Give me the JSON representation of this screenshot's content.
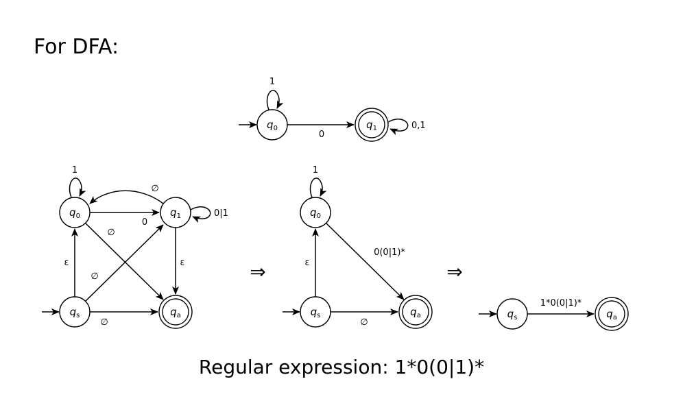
{
  "heading": "For DFA:",
  "caption": "Regular expression:  1*0(0|1)*",
  "transform_symbol": "⇒",
  "states": {
    "q0": {
      "base": "q",
      "sub": "0"
    },
    "q1": {
      "base": "q",
      "sub": "1"
    },
    "qs": {
      "base": "q",
      "sub": "s"
    },
    "qa": {
      "base": "q",
      "sub": "a"
    }
  },
  "diagrams": [
    {
      "name": "original-dfa",
      "states": [
        "q0",
        "q1"
      ],
      "start": "q0",
      "accepting": [
        "q1"
      ],
      "transitions": [
        {
          "from": "q0",
          "to": "q0",
          "label": "1"
        },
        {
          "from": "q0",
          "to": "q1",
          "label": "0"
        },
        {
          "from": "q1",
          "to": "q1",
          "label": "0,1"
        }
      ]
    },
    {
      "name": "gnfa",
      "states": [
        "q0",
        "q1",
        "qs",
        "qa"
      ],
      "start": "qs",
      "accepting": [
        "qa"
      ],
      "transitions": [
        {
          "from": "q0",
          "to": "q0",
          "label": "1"
        },
        {
          "from": "q1",
          "to": "q0",
          "label": "∅"
        },
        {
          "from": "q0",
          "to": "q1",
          "label": "0"
        },
        {
          "from": "q1",
          "to": "q1",
          "label": "0|1"
        },
        {
          "from": "q0",
          "to": "qa",
          "label": "∅"
        },
        {
          "from": "qs",
          "to": "q0",
          "label": "ε"
        },
        {
          "from": "q1",
          "to": "qa",
          "label": "ε"
        },
        {
          "from": "qs",
          "to": "q1",
          "label": "∅"
        },
        {
          "from": "qs",
          "to": "qa",
          "label": "∅"
        }
      ]
    },
    {
      "name": "q1-eliminated",
      "states": [
        "q0",
        "qs",
        "qa"
      ],
      "start": "qs",
      "accepting": [
        "qa"
      ],
      "transitions": [
        {
          "from": "q0",
          "to": "q0",
          "label": "1"
        },
        {
          "from": "q0",
          "to": "qa",
          "label": "0(0|1)*"
        },
        {
          "from": "qs",
          "to": "q0",
          "label": "ε"
        },
        {
          "from": "qs",
          "to": "qa",
          "label": "∅"
        }
      ]
    },
    {
      "name": "q0-eliminated",
      "states": [
        "qs",
        "qa"
      ],
      "start": "qs",
      "accepting": [
        "qa"
      ],
      "transitions": [
        {
          "from": "qs",
          "to": "qa",
          "label": "1*0(0|1)*"
        }
      ]
    }
  ]
}
